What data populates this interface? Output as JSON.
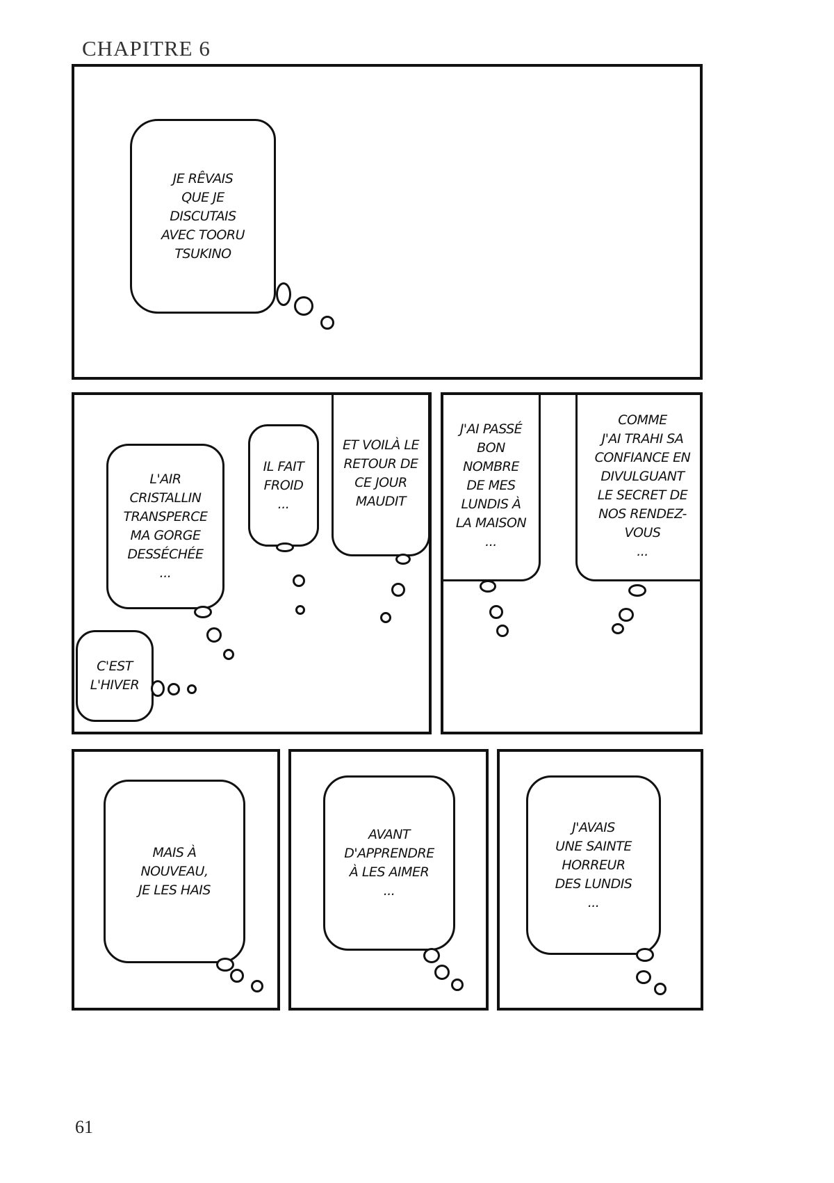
{
  "header": {
    "chapter_label": "CHAPITRE 6"
  },
  "footer": {
    "page_number": "61"
  },
  "bubbles": {
    "b1": "JE RÊVAIS\nQUE JE\nDISCUTAIS\nAVEC TOORU\nTSUKINO",
    "b2": "L'AIR\nCRISTALLIN\nTRANSPERCE\nMA GORGE\nDESSÉCHÉE\n...",
    "b3": "IL FAIT\nFROID\n...",
    "b4": "ET VOILÀ LE\nRETOUR DE\nCE JOUR\nMAUDIT",
    "b5": "C'EST\nL'HIVER",
    "b6": "J'AI PASSÉ\nBON\nNOMBRE\nDE MES\nLUNDIS À\nLA MAISON\n...",
    "b7": "COMME\nJ'AI TRAHI SA\nCONFIANCE EN\nDIVULGUANT\nLE SECRET DE\nNOS RENDEZ-\nVOUS\n...",
    "b8": "MAIS À\nNOUVEAU,\nJE LES HAIS",
    "b9": "AVANT\nD'APPRENDRE\nÀ LES AIMER\n...",
    "b10": "J'AVAIS\nUNE SAINTE\nHORREUR\nDES LUNDIS\n..."
  }
}
